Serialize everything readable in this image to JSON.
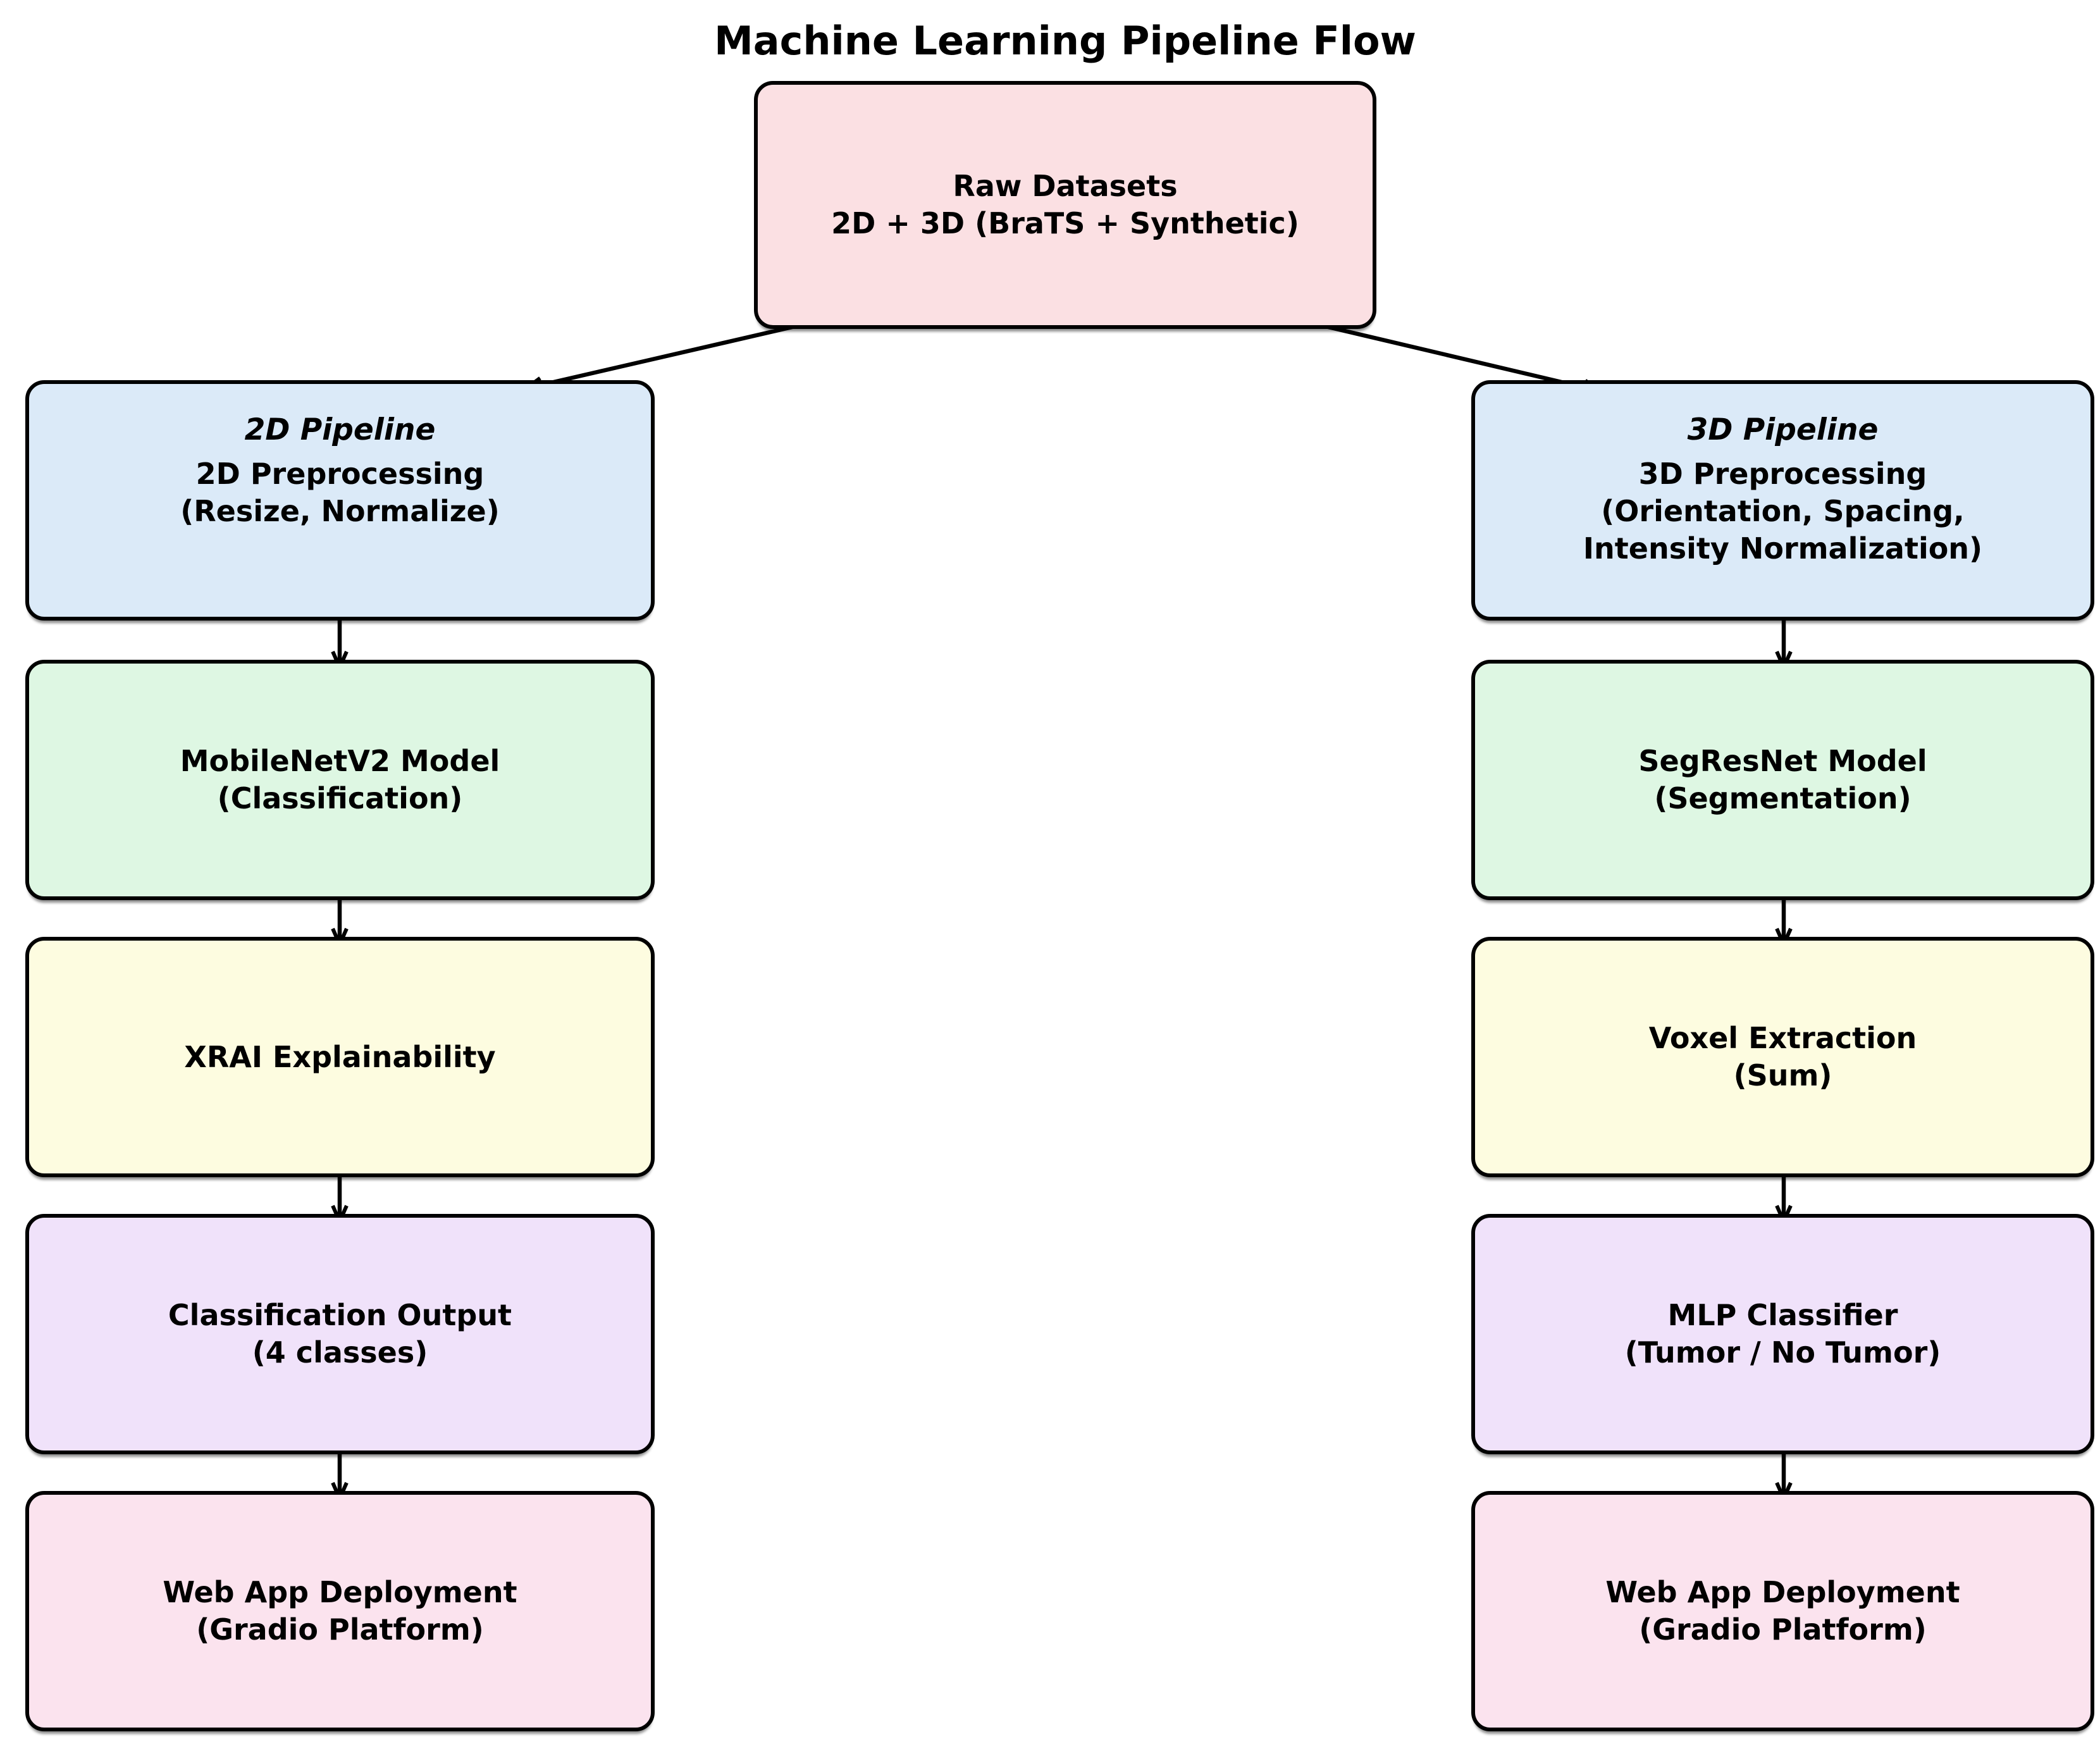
{
  "title": "Machine Learning Pipeline Flow",
  "colors": {
    "background": "#ffffff",
    "border": "#000000",
    "text": "#000000",
    "raw_pink": "#FBE0E3",
    "pipeline_blue": "#DBEAF8",
    "model_green": "#DEF7E3",
    "explain_yellow": "#FDFCE0",
    "output_purple": "#F0E2FA",
    "deploy_pink": "#FBE3EE"
  },
  "nodes": {
    "raw": {
      "fill": "#FBE0E3",
      "lines": [
        "Raw Datasets",
        "2D + 3D (BraTS + Synthetic)"
      ]
    },
    "pipe2d": {
      "fill": "#DBEAF8",
      "label": "2D Pipeline",
      "lines": [
        "2D Preprocessing",
        "(Resize, Normalize)"
      ]
    },
    "mobilenet": {
      "fill": "#DEF7E3",
      "lines": [
        "MobileNetV2 Model",
        "(Classification)"
      ]
    },
    "xrai": {
      "fill": "#FDFCE0",
      "lines": [
        "XRAI Explainability"
      ]
    },
    "clsout": {
      "fill": "#F0E2FA",
      "lines": [
        "Classification Output",
        "(4 classes)"
      ]
    },
    "web2d": {
      "fill": "#FBE3EE",
      "lines": [
        "Web App Deployment",
        "(Gradio Platform)"
      ]
    },
    "pipe3d": {
      "fill": "#DBEAF8",
      "label": "3D Pipeline",
      "lines": [
        "3D Preprocessing",
        "(Orientation, Spacing,",
        "Intensity Normalization)"
      ]
    },
    "segresnet": {
      "fill": "#DEF7E3",
      "lines": [
        "SegResNet Model",
        "(Segmentation)"
      ]
    },
    "voxel": {
      "fill": "#FDFCE0",
      "lines": [
        "Voxel Extraction",
        "(Sum)"
      ]
    },
    "mlp": {
      "fill": "#F0E2FA",
      "lines": [
        "MLP Classifier",
        "(Tumor / No Tumor)"
      ]
    },
    "web3d": {
      "fill": "#FBE3EE",
      "lines": [
        "Web App Deployment",
        "(Gradio Platform)"
      ]
    }
  },
  "edges": [
    {
      "from": "raw",
      "to": "pipe2d"
    },
    {
      "from": "raw",
      "to": "pipe3d"
    },
    {
      "from": "pipe2d",
      "to": "mobilenet"
    },
    {
      "from": "mobilenet",
      "to": "xrai"
    },
    {
      "from": "xrai",
      "to": "clsout"
    },
    {
      "from": "clsout",
      "to": "web2d"
    },
    {
      "from": "pipe3d",
      "to": "segresnet"
    },
    {
      "from": "segresnet",
      "to": "voxel"
    },
    {
      "from": "voxel",
      "to": "mlp"
    },
    {
      "from": "mlp",
      "to": "web3d"
    }
  ]
}
